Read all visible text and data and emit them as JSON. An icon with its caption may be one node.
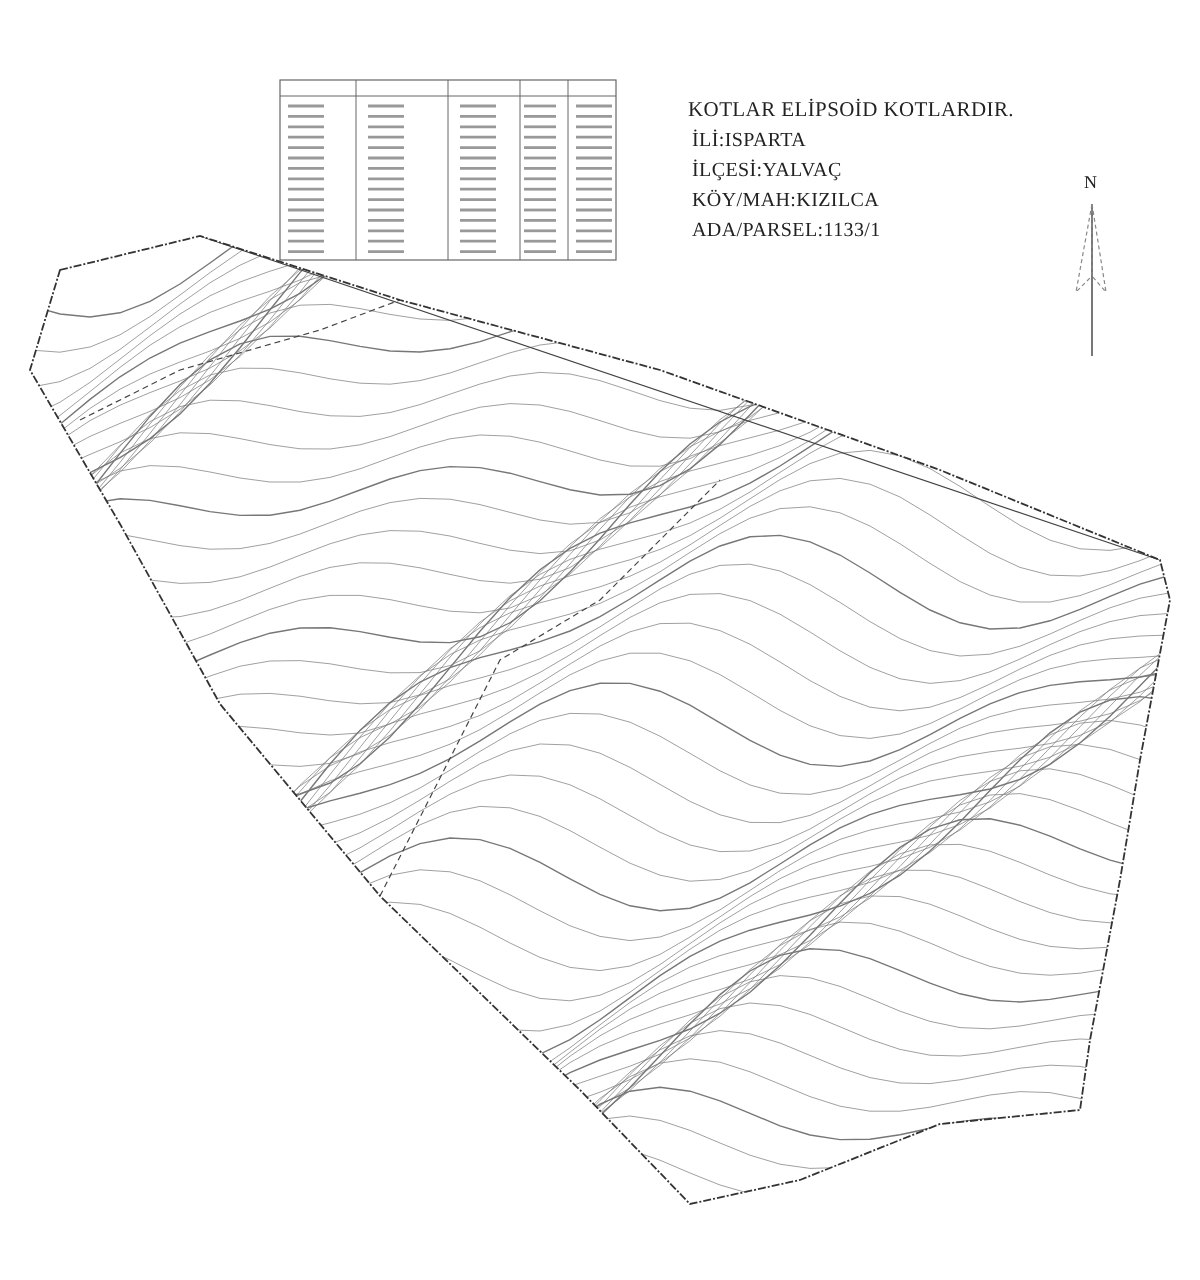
{
  "diagram": {
    "labels": [
      "KOTLAR ELİPSOİD KOTLARDIR.",
      "İLİ:ISPARTA",
      "İLÇESİ:YALVAÇ",
      "KÖY/MAH:KIZILCA",
      "ADA/PARSEL:1133/1",
      "N"
    ]
  }
}
